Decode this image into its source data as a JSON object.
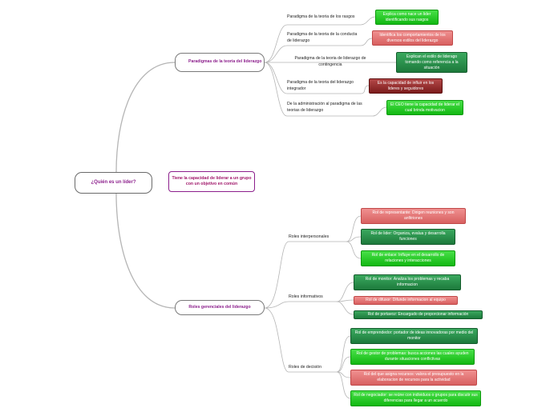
{
  "root": {
    "label": "¿Quién es un líder?"
  },
  "floating": {
    "label": "Tiene la capacidad de liderar a un grupo con un objetivo en común"
  },
  "branch_paradigmas": {
    "label": "Paradigmas de la teoría del liderazgo",
    "items": [
      {
        "label": "Paradigma de la teoria de los rasgos",
        "detail": "Explica como nace un lider identificando sus rasgos"
      },
      {
        "label": "Paradigma de la teoria de la conducta de liderazgo",
        "detail": "Identifica los comportamientos de los diversos estilos del liderazgo"
      },
      {
        "label": "Paradigma de la teoria de liderazgo de contingencia",
        "detail": "Explican el estilo de liderago tomando como referencia a la situación"
      },
      {
        "label": "Paradigma de la teoria del liderazgo integrador",
        "detail": "Es la capacidad de influir en los lideres y seguidores"
      },
      {
        "label": "De la administración al paradigma de las teorias de liderazgo",
        "detail": "El CEO tiene la capacidad de liderar el cual brinda motivacion"
      }
    ]
  },
  "branch_roles": {
    "label": "Roles gerenciales del liderazgo",
    "groups": [
      {
        "label": "Roles interpersonales",
        "items": [
          "Rol de representante: Dirigen reuniones y son anfitriones",
          "Rol de lider: Organiza, evalua y desarrolla funciones",
          "Rol de enlace: Influye en el  desarrollo de relaciones y  interacciones"
        ]
      },
      {
        "label": "Roles informativos",
        "items": [
          "Rol de monitor: Analiza los problemas y recaba informacion",
          "Rol de difusor: Difunde informacion al equipo",
          "Rol de portavoz: Encargado de proporcionar información"
        ]
      },
      {
        "label": "Roles de decisión",
        "items": [
          "Rol de emprendedor: portador de  ideas innovadoras por medio del  monitor",
          "Rol de gestor de problemas: busca  acciones las cuales ayuden  durante situaciones conflictivas",
          "Rol del que asigna recursos: valora el presupuesto en la elaboracion de recursos para la actividad",
          "Rol de negociador: se reúne con individuos o grupos para discutir sus diferencias para llegar a un acuerdo"
        ]
      }
    ]
  },
  "colors": {
    "line": "#b5b5b5",
    "title_purple": "#8c1f8c",
    "bright_green": "#1fcf1f",
    "dark_green": "#2a8f4a",
    "pink": "#e57575",
    "maroon": "#8f2a2a"
  }
}
